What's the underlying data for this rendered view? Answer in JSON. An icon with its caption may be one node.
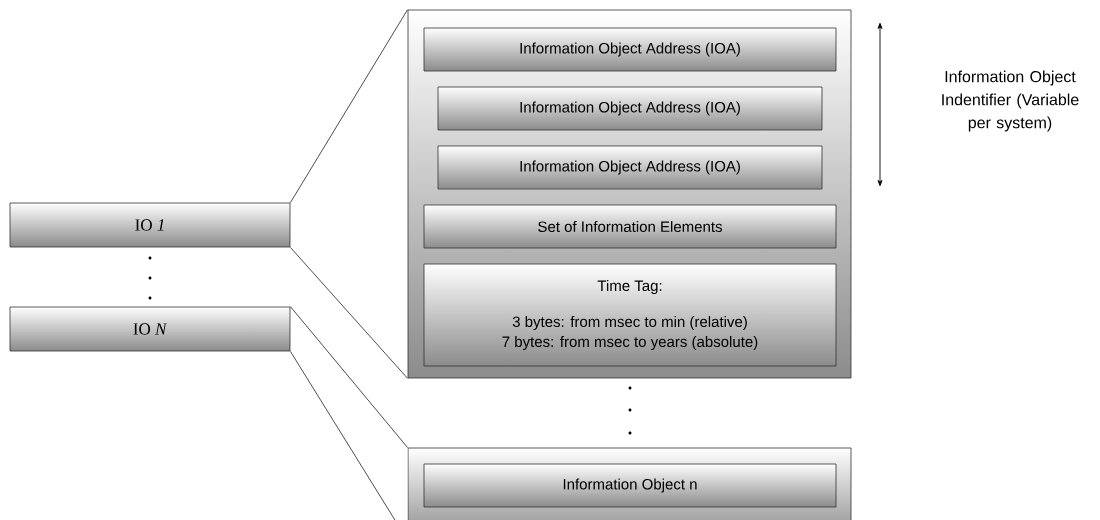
{
  "diagram": {
    "nodes": [
      {
        "text": [
          "IO *1*"
        ]
      },
      {
        "text": [
          "IO *N*"
        ]
      },
      {
        "text": [],
        "shape": "box"
      },
      {
        "text": [
          "Information Object Address (IOA)"
        ],
        "in": 2
      },
      {
        "text": [
          "Information Object Address (IOA)"
        ],
        "in": 2
      },
      {
        "text": [
          "Information Object Address (IOA)"
        ],
        "in": 2
      },
      {
        "text": [
          "Set of Information Elements"
        ],
        "in": 2
      },
      {
        "text": [
          "Time Tag:",
          "3 bytes: from msec to min (relative)",
          "7 bytes: from msec to years (absolute)"
        ],
        "in": 2
      },
      {
        "text": [],
        "shape": "box"
      },
      {
        "text": [
          "Information Object n"
        ],
        "in": 8
      }
    ],
    "edges": [
      {
        "from": 0,
        "to": 2,
        "arrow": "none"
      },
      {
        "from": 0,
        "to": 2,
        "arrow": "none"
      },
      {
        "from": 1,
        "to": 8,
        "arrow": "none"
      },
      {
        "from": 1,
        "to": 8,
        "arrow": "none"
      }
    ],
    "labels": [
      "Information Object Indentifier (Variable per system)"
    ]
  }
}
